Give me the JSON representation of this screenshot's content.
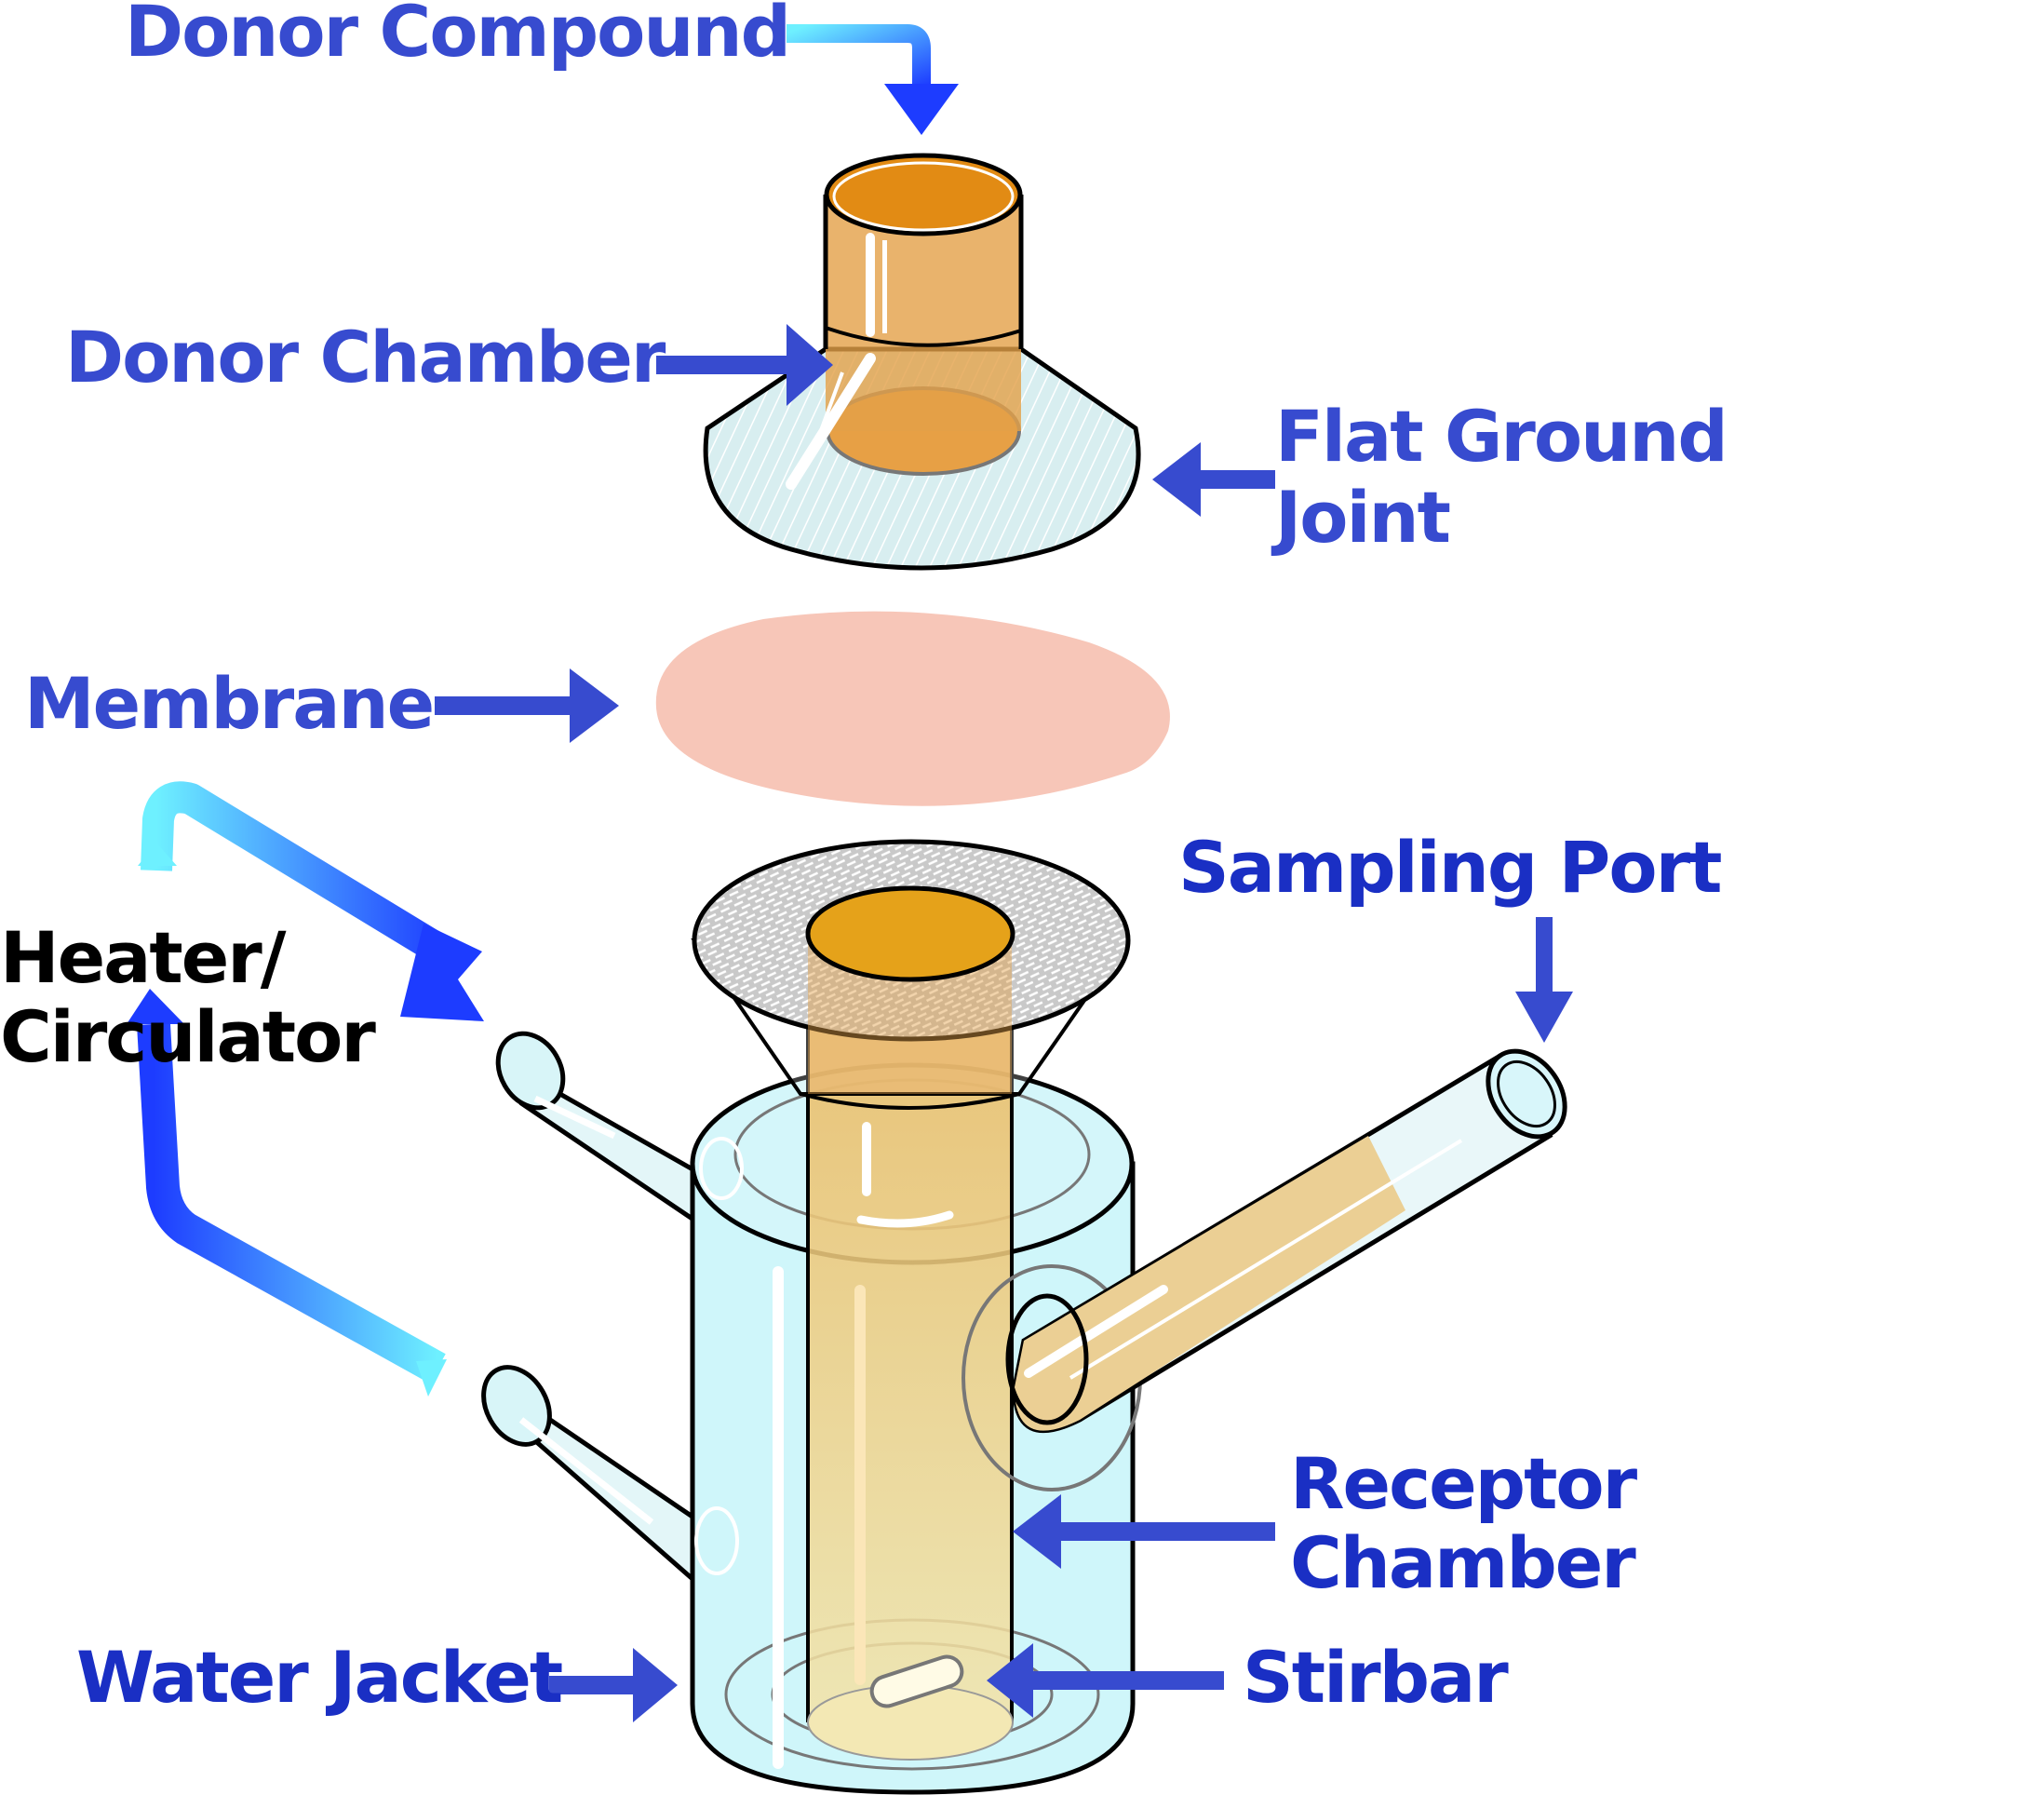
{
  "title": "Franz diffusion cell",
  "colors": {
    "label_blue": "#374bcf",
    "label_black": "#000000",
    "donor_fluid": "#e3a047",
    "membrane": "#f7c6b8",
    "glass": "#cff6fa",
    "arrow_cool": "#6ef0ff",
    "arrow_hot": "#1d3cff"
  },
  "labels": {
    "donor_compound": "Donor Compound",
    "donor_chamber": "Donor Chamber",
    "flat_ground_joint_line1": "Flat Ground",
    "flat_ground_joint_line2": "Joint",
    "membrane": "Membrane",
    "heater_line1": "Heater/",
    "heater_line2": "Circulator",
    "sampling_port": "Sampling Port",
    "receptor_line1": "Receptor",
    "receptor_line2": "Chamber",
    "water_jacket": "Water Jacket",
    "stirbar": "Stirbar"
  },
  "components": [
    "Donor Compound",
    "Donor Chamber",
    "Flat Ground Joint",
    "Membrane",
    "Heater/Circulator",
    "Sampling Port",
    "Receptor Chamber",
    "Water Jacket",
    "Stirbar"
  ]
}
